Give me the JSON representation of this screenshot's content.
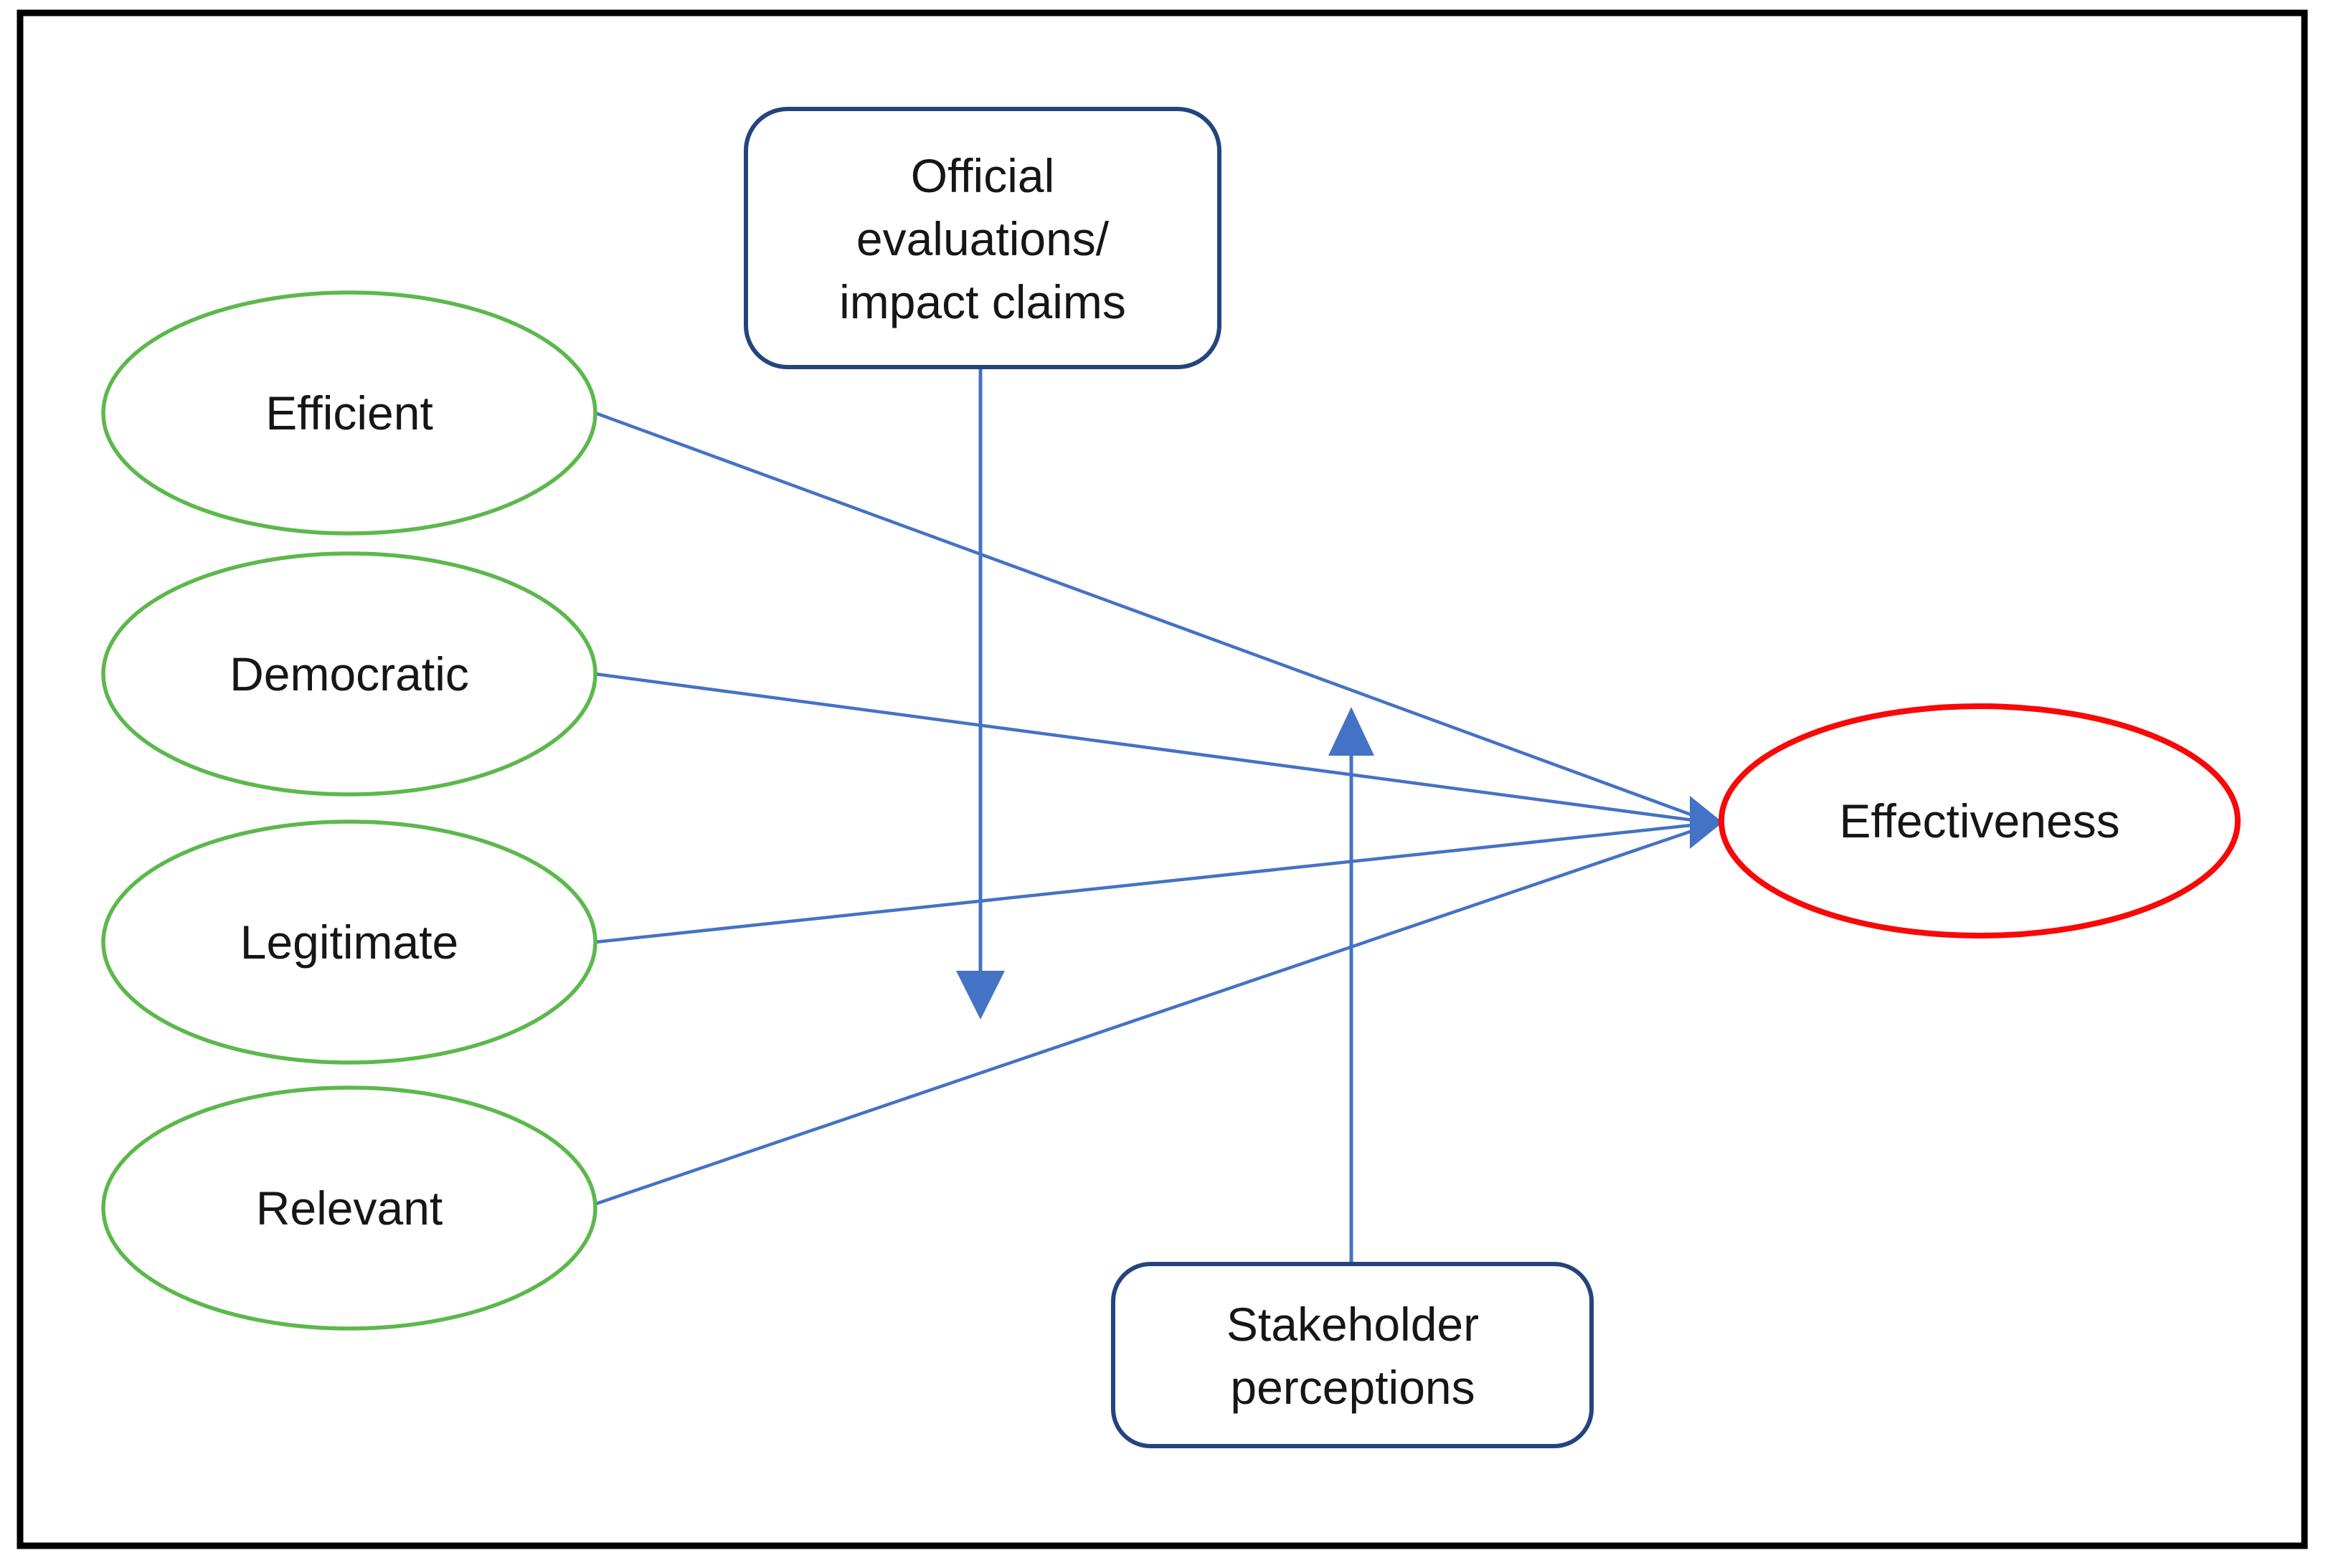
{
  "colors": {
    "background": "#FFFFFF",
    "frame": "#000000",
    "criterion_green": "#5CB84C",
    "outcome_red": "#F90808",
    "connector_blue": "#4472C4",
    "moderator_navy": "#24447E",
    "text": "#161616"
  },
  "nodes": {
    "efficient": {
      "label": "Efficient"
    },
    "democratic": {
      "label": "Democratic"
    },
    "legitimate": {
      "label": "Legitimate"
    },
    "relevant": {
      "label": "Relevant"
    },
    "effectiveness": {
      "label": "Effectiveness"
    }
  },
  "moderators": {
    "official": {
      "line1": "Official",
      "line2": "evaluations/",
      "line3": "impact claims"
    },
    "stakeholder": {
      "line1": "Stakeholder",
      "line2": "perceptions"
    }
  }
}
